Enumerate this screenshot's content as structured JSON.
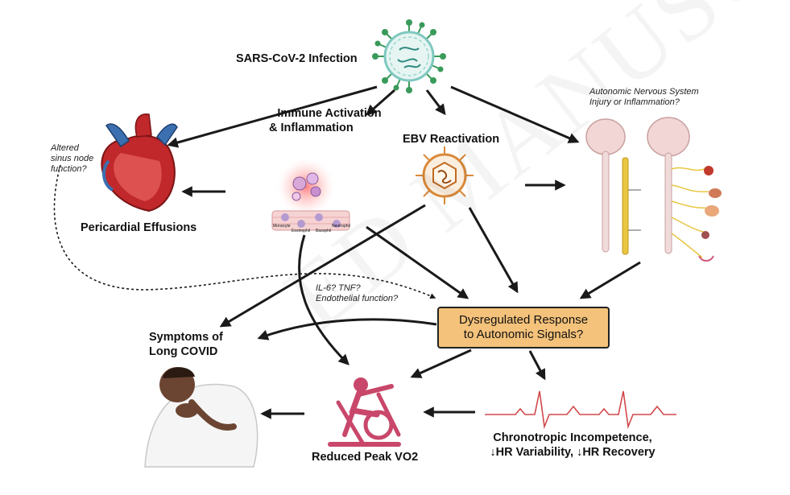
{
  "nodes": {
    "sars": "SARS-CoV-2 Infection",
    "immune_line1": "Immune Activation",
    "immune_line2": "& Inflammation",
    "ebv": "EBV Reactivation",
    "ans_line1": "Autonomic Nervous System",
    "ans_line2": "Injury or Inflammation?",
    "sinus_line1": "Altered",
    "sinus_line2": "sinus node",
    "sinus_line3": "function?",
    "pericardial": "Pericardial Effusions",
    "mediators_line1": "IL-6? TNF?",
    "mediators_line2": "Endothelial function?",
    "dysreg_line1": "Dysregulated Response",
    "dysreg_line2": "to Autonomic Signals?",
    "symptoms_line1": "Symptoms of",
    "symptoms_line2": "Long COVID",
    "vo2": "Reduced Peak VO2",
    "chrono_line1": "Chronotropic Incompetence,",
    "chrono_line2": "↓HR Variability, ↓HR Recovery",
    "cell_labels": [
      "Monocyte",
      "Eosinophil",
      "Basophil",
      "Neutrophil"
    ]
  },
  "watermark": "ED MANUSCRIPT",
  "colors": {
    "box_fill": "#f4c27a",
    "virus_green": "#3a9a5a",
    "virus_teal": "#7fc8c0",
    "heart_red": "#c0282b",
    "heart_blue": "#3b6fb0",
    "ebv_orange": "#d9893a",
    "nerve_yellow": "#e8c640",
    "ecg_red": "#d0484a",
    "bike_pink": "#c8476a"
  }
}
